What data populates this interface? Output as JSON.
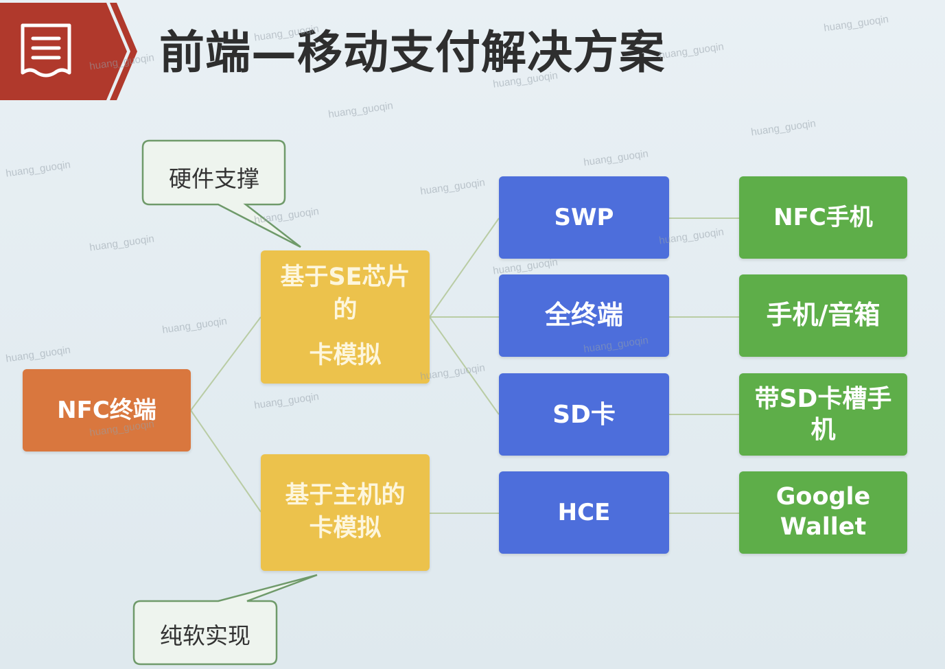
{
  "header": {
    "title": "前端—移动支付解决方案",
    "icon": "document-list-icon",
    "accent_color": "#b0392c"
  },
  "diagram": {
    "root": {
      "label": "NFC终端",
      "color": "#d9773e"
    },
    "branches": [
      {
        "label_lines": [
          "基于SE芯片",
          "的",
          "卡模拟"
        ],
        "color": "#ecc24c"
      },
      {
        "label_lines": [
          "基于主机的",
          "卡模拟"
        ],
        "color": "#ecc24c"
      }
    ],
    "technologies": [
      {
        "label": "SWP",
        "color": "#4d6edb"
      },
      {
        "label": "全终端",
        "color": "#4d6edb"
      },
      {
        "label": "SD卡",
        "color": "#4d6edb"
      },
      {
        "label": "HCE",
        "color": "#4d6edb"
      }
    ],
    "devices": [
      {
        "label_lines": [
          "NFC手机"
        ],
        "color": "#5eae49"
      },
      {
        "label_lines": [
          "手机/音箱"
        ],
        "color": "#5eae49"
      },
      {
        "label_lines": [
          "带SD卡槽手",
          "机"
        ],
        "color": "#5eae49"
      },
      {
        "label_lines": [
          "Google",
          "Wallet"
        ],
        "color": "#5eae49"
      }
    ],
    "callouts": [
      {
        "label": "硬件支撑"
      },
      {
        "label": "纯软实现"
      }
    ]
  },
  "watermark": "huang_guoqin"
}
